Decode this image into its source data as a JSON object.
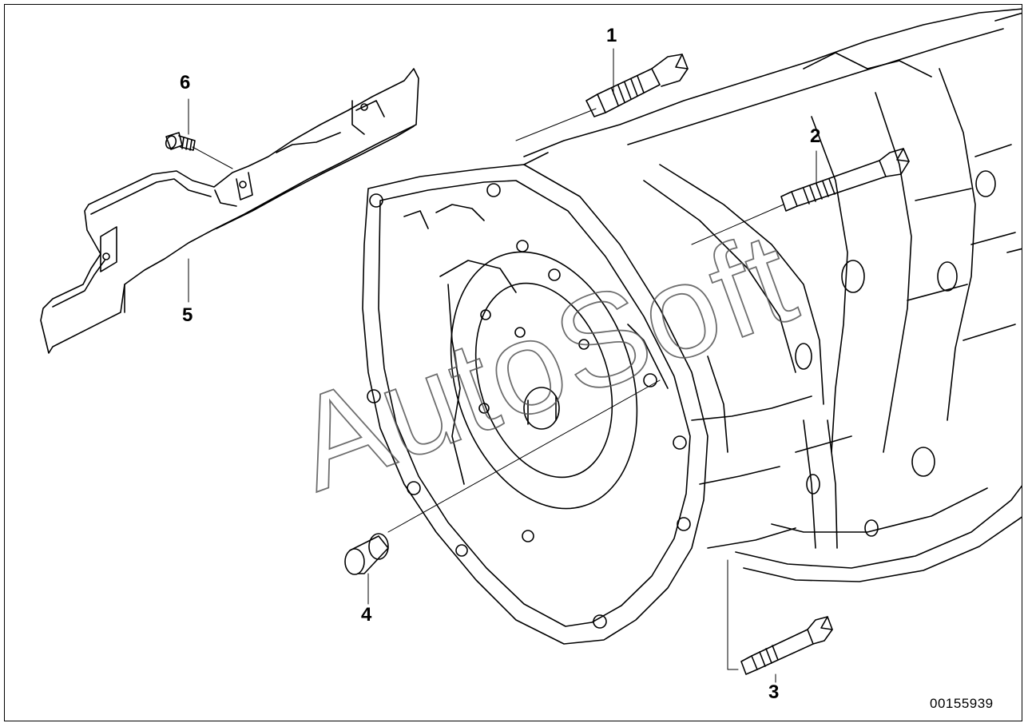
{
  "diagram": {
    "callouts": [
      {
        "id": "1",
        "label": "1"
      },
      {
        "id": "2",
        "label": "2"
      },
      {
        "id": "3",
        "label": "3"
      },
      {
        "id": "4",
        "label": "4"
      },
      {
        "id": "5",
        "label": "5"
      },
      {
        "id": "6",
        "label": "6"
      }
    ],
    "watermark": "AutoSoft",
    "drawing_number": "00155939"
  }
}
